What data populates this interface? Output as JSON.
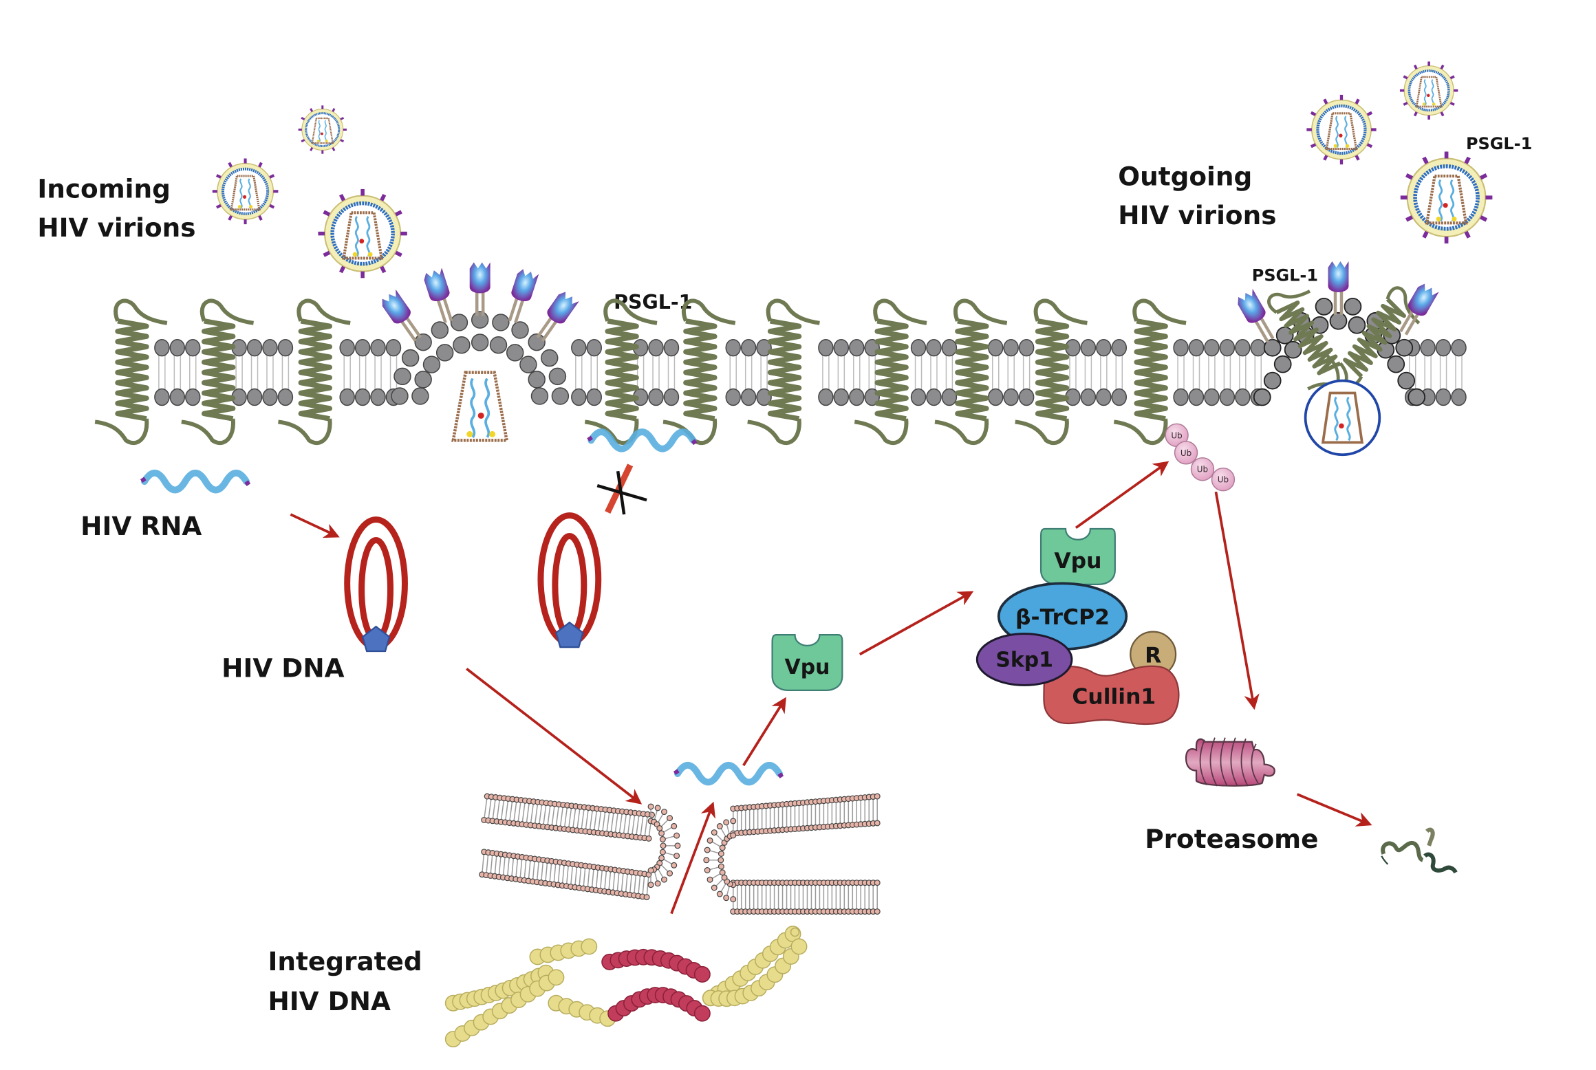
{
  "labels": {
    "incoming_virions": [
      "Incoming",
      "HIV virions"
    ],
    "outgoing_virions": [
      "Outgoing",
      "HIV virions"
    ],
    "psgl1_membrane_center": "PSGL-1",
    "psgl1_budding": "PSGL-1",
    "psgl1_virion": "PSGL-1",
    "hiv_rna": "HIV RNA",
    "hiv_dna": "HIV DNA",
    "integrated_hiv_dna": [
      "Integrated",
      "HIV DNA"
    ],
    "proteasome": "Proteasome"
  },
  "proteins": {
    "vpu_free": "Vpu",
    "vpu_complex": "Vpu",
    "btrcp2": "β-TrCP2",
    "skp1": "Skp1",
    "cullin1": "Cullin1",
    "rbx": "R"
  },
  "ubiquitin_chain": [
    "Ub",
    "Ub",
    "Ub",
    "Ub"
  ],
  "blocked_step_marker": "X",
  "colors": {
    "arrow": "#b5211b",
    "membrane_head": "#8c8c8f",
    "psgl1_helix": "#6f7a52",
    "rna": "#5aaee0",
    "dna_circle": "#b5231c",
    "integrase": "#4c72c0",
    "vpu": "#6fc89a",
    "btrcp2": "#4aa6dc",
    "skp1": "#7a4ea3",
    "cullin1": "#cf5a5c",
    "rbx": "#c8ad78",
    "ubiquitin": "#ebb8d2",
    "proteasome": "#c1587f",
    "chromatin_host": "#e6dc8c",
    "chromatin_hiv": "#c23c5c"
  }
}
